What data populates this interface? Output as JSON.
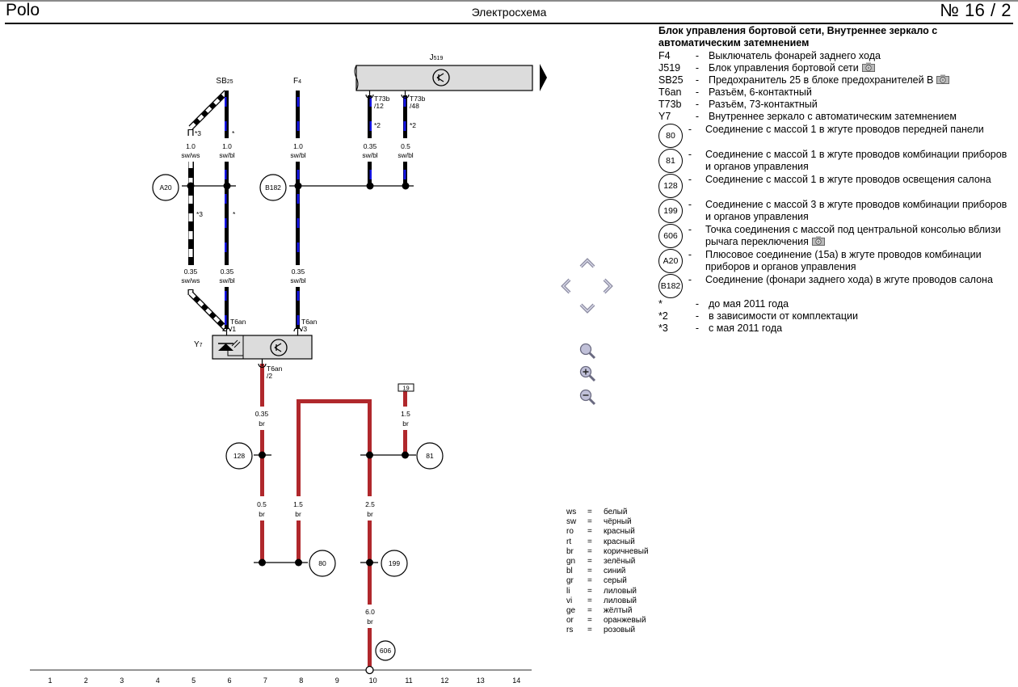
{
  "header": {
    "model": "Polo",
    "doc_type": "Электросхема",
    "page_number": "№  16 / 2"
  },
  "legend": {
    "title": "Блок управления бортовой сети, Внутреннее зеркало с автоматическим затемнением",
    "components": [
      {
        "code": "F4",
        "desc": "Выключатель фонарей заднего хода",
        "photo": false
      },
      {
        "code": "J519",
        "desc": "Блок управления бортовой сети",
        "photo": true
      },
      {
        "code": "SB25",
        "desc": "Предохранитель 25 в блоке предохранителей B",
        "photo": true
      },
      {
        "code": "T6an",
        "desc": "Разъём, 6-контактный",
        "photo": false
      },
      {
        "code": "T73b",
        "desc": "Разъём, 73-контактный",
        "photo": false
      },
      {
        "code": "Y7",
        "desc": "Внутреннее зеркало с автоматическим затемнением",
        "photo": false
      }
    ],
    "connections": [
      {
        "code": "80",
        "desc": "Соединение с массой 1 в жгуте проводов передней панели",
        "photo": false
      },
      {
        "code": "81",
        "desc": "Соединение с массой 1 в жгуте проводов комбинации приборов и органов управления",
        "photo": false
      },
      {
        "code": "128",
        "desc": "Соединение с массой 1 в жгуте проводов освещения салона",
        "photo": false
      },
      {
        "code": "199",
        "desc": "Соединение с массой 3 в жгуте проводов комбинации приборов и органов управления",
        "photo": false
      },
      {
        "code": "606",
        "desc": "Точка соединения с массой под центральной консолью вблизи рычага переключения",
        "photo": true
      },
      {
        "code": "A20",
        "desc": "Плюсовое соединение (15a) в жгуте проводов комбинации приборов и органов управления",
        "photo": false
      },
      {
        "code": "B182",
        "desc": "Соединение (фонари заднего хода) в жгуте проводов салона",
        "photo": false
      }
    ],
    "footnotes": [
      {
        "code": "*",
        "desc": "до мая 2011 года"
      },
      {
        "code": "*2",
        "desc": "в зависимости от комплектации"
      },
      {
        "code": "*3",
        "desc": "с мая 2011 года"
      }
    ],
    "dash": "-"
  },
  "color_key": {
    "eq": "=",
    "items": [
      {
        "code": "ws",
        "name": "белый"
      },
      {
        "code": "sw",
        "name": "чёрный"
      },
      {
        "code": "ro",
        "name": "красный"
      },
      {
        "code": "rt",
        "name": "красный"
      },
      {
        "code": "br",
        "name": "коричневый"
      },
      {
        "code": "gn",
        "name": "зелёный"
      },
      {
        "code": "bl",
        "name": "синий"
      },
      {
        "code": "gr",
        "name": "серый"
      },
      {
        "code": "li",
        "name": "лиловый"
      },
      {
        "code": "vi",
        "name": "лиловый"
      },
      {
        "code": "ge",
        "name": "жёлтый"
      },
      {
        "code": "or",
        "name": "оранжевый"
      },
      {
        "code": "rs",
        "name": "розовый"
      }
    ]
  },
  "diagram": {
    "components": {
      "J519": {
        "label": "J",
        "sub": "519"
      },
      "SB25": {
        "label": "SB",
        "sub": "25"
      },
      "F4": {
        "label": "F",
        "sub": "4"
      },
      "Y7": {
        "label": "Y",
        "sub": "7"
      }
    },
    "pins": {
      "t73b_12": [
        "T73b",
        "/12"
      ],
      "t73b_48": [
        "T73b",
        "/48"
      ],
      "t6an_1": [
        "T6an",
        "/1"
      ],
      "t6an_3": [
        "T6an",
        "/3"
      ],
      "t6an_2": [
        "T6an",
        "/2"
      ]
    },
    "wire_labels": [
      {
        "id": "w1",
        "size": "1.0",
        "color": "sw/ws"
      },
      {
        "id": "w2",
        "size": "1.0",
        "color": "sw/bl"
      },
      {
        "id": "w3",
        "size": "1.0",
        "color": "sw/bl"
      },
      {
        "id": "w4",
        "size": "0.35",
        "color": "sw/bl"
      },
      {
        "id": "w5",
        "size": "0.5",
        "color": "sw/bl"
      },
      {
        "id": "w6",
        "size": "0.35",
        "color": "sw/ws"
      },
      {
        "id": "w7",
        "size": "0.35",
        "color": "sw/bl"
      },
      {
        "id": "w8",
        "size": "0.35",
        "color": "sw/bl"
      },
      {
        "id": "w9",
        "size": "0.35",
        "color": "br"
      },
      {
        "id": "w10",
        "size": "1.5",
        "color": "br"
      },
      {
        "id": "w11",
        "size": "0.5",
        "color": "br"
      },
      {
        "id": "w12",
        "size": "1.5",
        "color": "br"
      },
      {
        "id": "w13",
        "size": "2.5",
        "color": "br"
      },
      {
        "id": "w14",
        "size": "6.0",
        "color": "br"
      }
    ],
    "notes": {
      "n_sb_left": "*3",
      "n_sb_right": "*",
      "n_mid_left": "*3",
      "n_mid_right": "*",
      "n_t12": "*2",
      "n_t48": "*2"
    },
    "connector_circles": [
      "A20",
      "B182",
      "128",
      "81",
      "80",
      "199",
      "606"
    ],
    "ref_box": "19",
    "track_numbers": [
      "1",
      "2",
      "3",
      "4",
      "5",
      "6",
      "7",
      "8",
      "9",
      "10",
      "11",
      "12",
      "13",
      "14"
    ]
  },
  "colors": {
    "brown_wire": "#b0282c",
    "blue_stripe": "#1414e6",
    "component_fill": "#dcdcdc"
  },
  "nav": {
    "pan_up": "pan-up",
    "pan_down": "pan-down",
    "pan_left": "pan-left",
    "pan_right": "pan-right",
    "zoom_fit": "zoom-fit",
    "zoom_in": "zoom-in",
    "zoom_out": "zoom-out"
  }
}
